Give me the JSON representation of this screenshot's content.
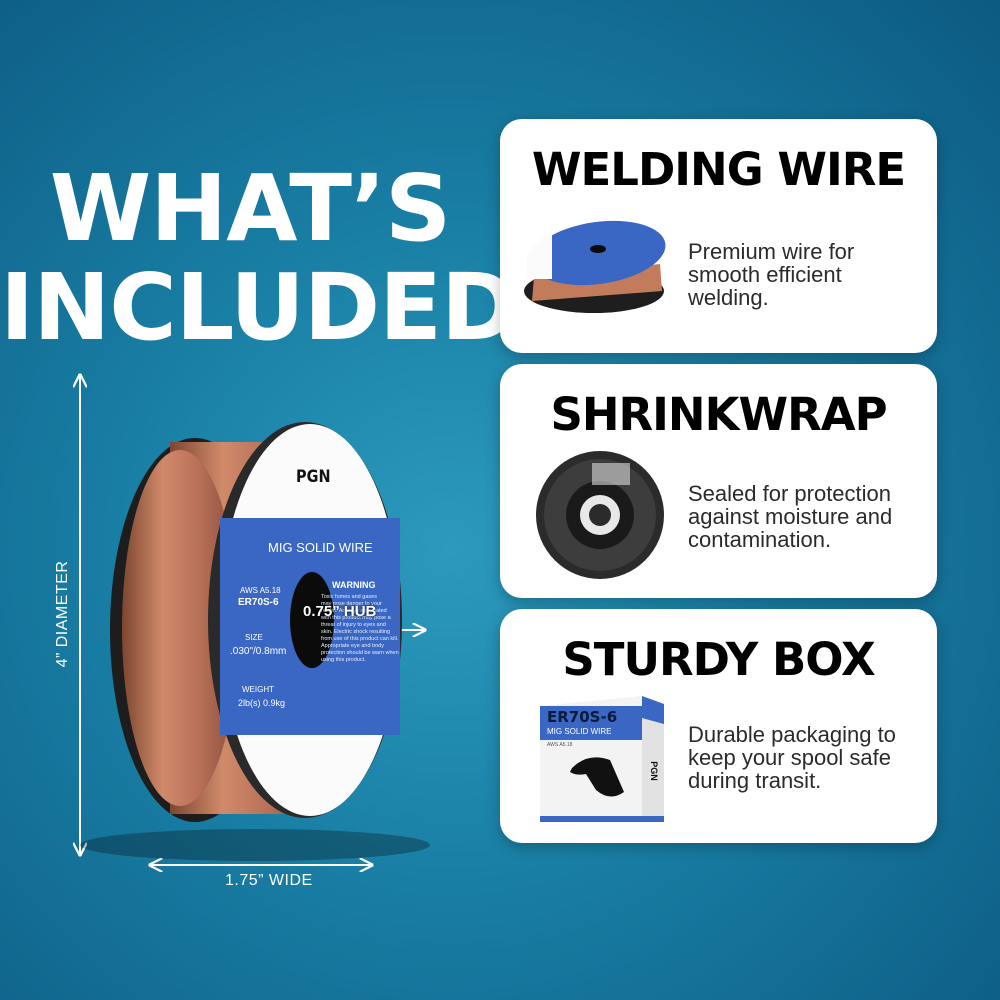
{
  "headline": {
    "line1": "WHAT’S",
    "line2": "INCLUDED"
  },
  "spool_label": {
    "brand": "PGN",
    "product": "MIG SOLID WIRE",
    "aws": "AWS A5.18",
    "grade": "ER70S-6",
    "size_label": "SIZE",
    "size_value": ".030\"/0.8mm",
    "weight_label": "WEIGHT",
    "weight_value": "2lb(s) 0.9kg",
    "warning_title": "WARNING",
    "warning_lines": [
      "Toxic fumes and gases",
      "may pose danger to your",
      "health. Arc rays associated",
      "with this product may pose a",
      "threat of injury to eyes and",
      "skin. Electric shock resulting",
      "from use of this product can kill.",
      "Appropriate eye and body",
      "protection should be warn when",
      "using this product."
    ]
  },
  "dimensions": {
    "diameter": "4” DIAMETER",
    "hub": "0.75” HUB",
    "width": "1.75” WIDE"
  },
  "cards": [
    {
      "title": "WELDING WIRE",
      "desc_lines": [
        "Premium wire for",
        "smooth efficient",
        "welding."
      ]
    },
    {
      "title": "SHRINKWRAP",
      "desc_lines": [
        "Sealed for protection",
        "against moisture and",
        "contamination."
      ]
    },
    {
      "title": "STURDY BOX",
      "desc_lines": [
        "Durable packaging to",
        "keep your spool safe",
        "during transit."
      ]
    }
  ],
  "box": {
    "grade": "ER70S-6",
    "product": "MIG SOLID WIRE",
    "aws": "AWS A5.18",
    "brand": "PGN"
  },
  "colors": {
    "label_blue": "#3a67c4",
    "copper": "#c07a5a",
    "accent": "#1a80a6"
  }
}
